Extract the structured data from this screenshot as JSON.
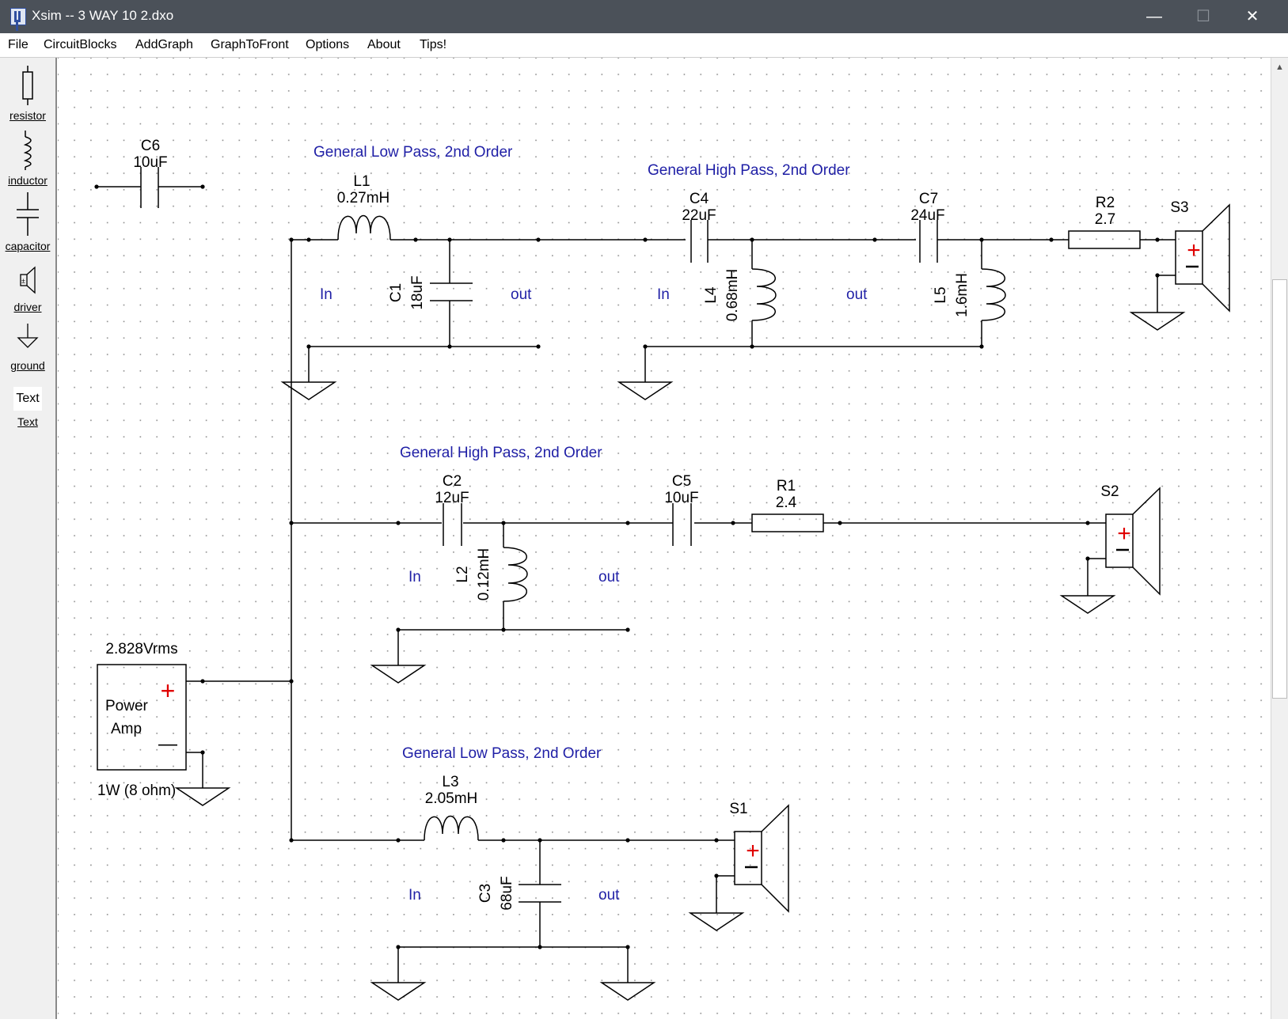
{
  "window": {
    "title": "Xsim -- 3 WAY 10 2.dxo",
    "minimize_glyph": "—",
    "maximize_glyph": "☐",
    "close_glyph": "✕"
  },
  "menu": [
    {
      "name": "menu-file",
      "label": "File"
    },
    {
      "name": "menu-circuitblocks",
      "label": "CircuitBlocks"
    },
    {
      "name": "menu-addgraph",
      "label": "AddGraph"
    },
    {
      "name": "menu-graphtofront",
      "label": "GraphToFront"
    },
    {
      "name": "menu-options",
      "label": "Options"
    },
    {
      "name": "menu-about",
      "label": "About"
    },
    {
      "name": "menu-tips",
      "label": "Tips!"
    }
  ],
  "toolbox": [
    {
      "name": "resistor",
      "label": "resistor",
      "icon": "resistor-icon"
    },
    {
      "name": "inductor",
      "label": "inductor",
      "icon": "inductor-icon"
    },
    {
      "name": "capacitor",
      "label": "capacitor",
      "icon": "capacitor-icon"
    },
    {
      "name": "driver",
      "label": "driver",
      "icon": "speaker-icon"
    },
    {
      "name": "ground",
      "label": "ground",
      "icon": "ground-icon"
    },
    {
      "name": "text",
      "label": "Text",
      "preview": "Text",
      "icon": "text-icon"
    }
  ],
  "circuit": {
    "amp": {
      "voltage": "2.828Vrms",
      "label1": "Power",
      "label2": "Amp",
      "plus": "+",
      "minus": "—",
      "rating": "1W (8 ohm)"
    },
    "standalone_capacitor": {
      "name": "C6",
      "value": "10uF"
    },
    "block_titles": {
      "tweeter_lp": "General Low Pass, 2nd Order",
      "tweeter_hp": "General High Pass, 2nd Order",
      "mid_hp": "General High Pass, 2nd Order",
      "woofer_lp": "General Low Pass, 2nd Order"
    },
    "block_io": {
      "in": "In",
      "out": "out"
    },
    "components": {
      "L1": {
        "name": "L1",
        "value": "0.27mH"
      },
      "C1": {
        "name": "C1",
        "value": "18uF"
      },
      "C4": {
        "name": "C4",
        "value": "22uF"
      },
      "L4": {
        "name": "L4",
        "value": "0.68mH"
      },
      "C7": {
        "name": "C7",
        "value": "24uF"
      },
      "L5": {
        "name": "L5",
        "value": "1.6mH"
      },
      "R2": {
        "name": "R2",
        "value": "2.7"
      },
      "C2": {
        "name": "C2",
        "value": "12uF"
      },
      "L2": {
        "name": "L2",
        "value": "0.12mH"
      },
      "C5": {
        "name": "C5",
        "value": "10uF"
      },
      "R1": {
        "name": "R1",
        "value": "2.4"
      },
      "L3": {
        "name": "L3",
        "value": "2.05mH"
      },
      "C3": {
        "name": "C3",
        "value": "68uF"
      }
    },
    "speakers": {
      "S1": "S1",
      "S2": "S2",
      "S3": "S3"
    },
    "speaker_plus": "+",
    "colors": {
      "wire": "#000000",
      "block_text": "#1f1fa6",
      "polarity": "#e00000",
      "grid_dot": "#8c8c8c"
    }
  }
}
